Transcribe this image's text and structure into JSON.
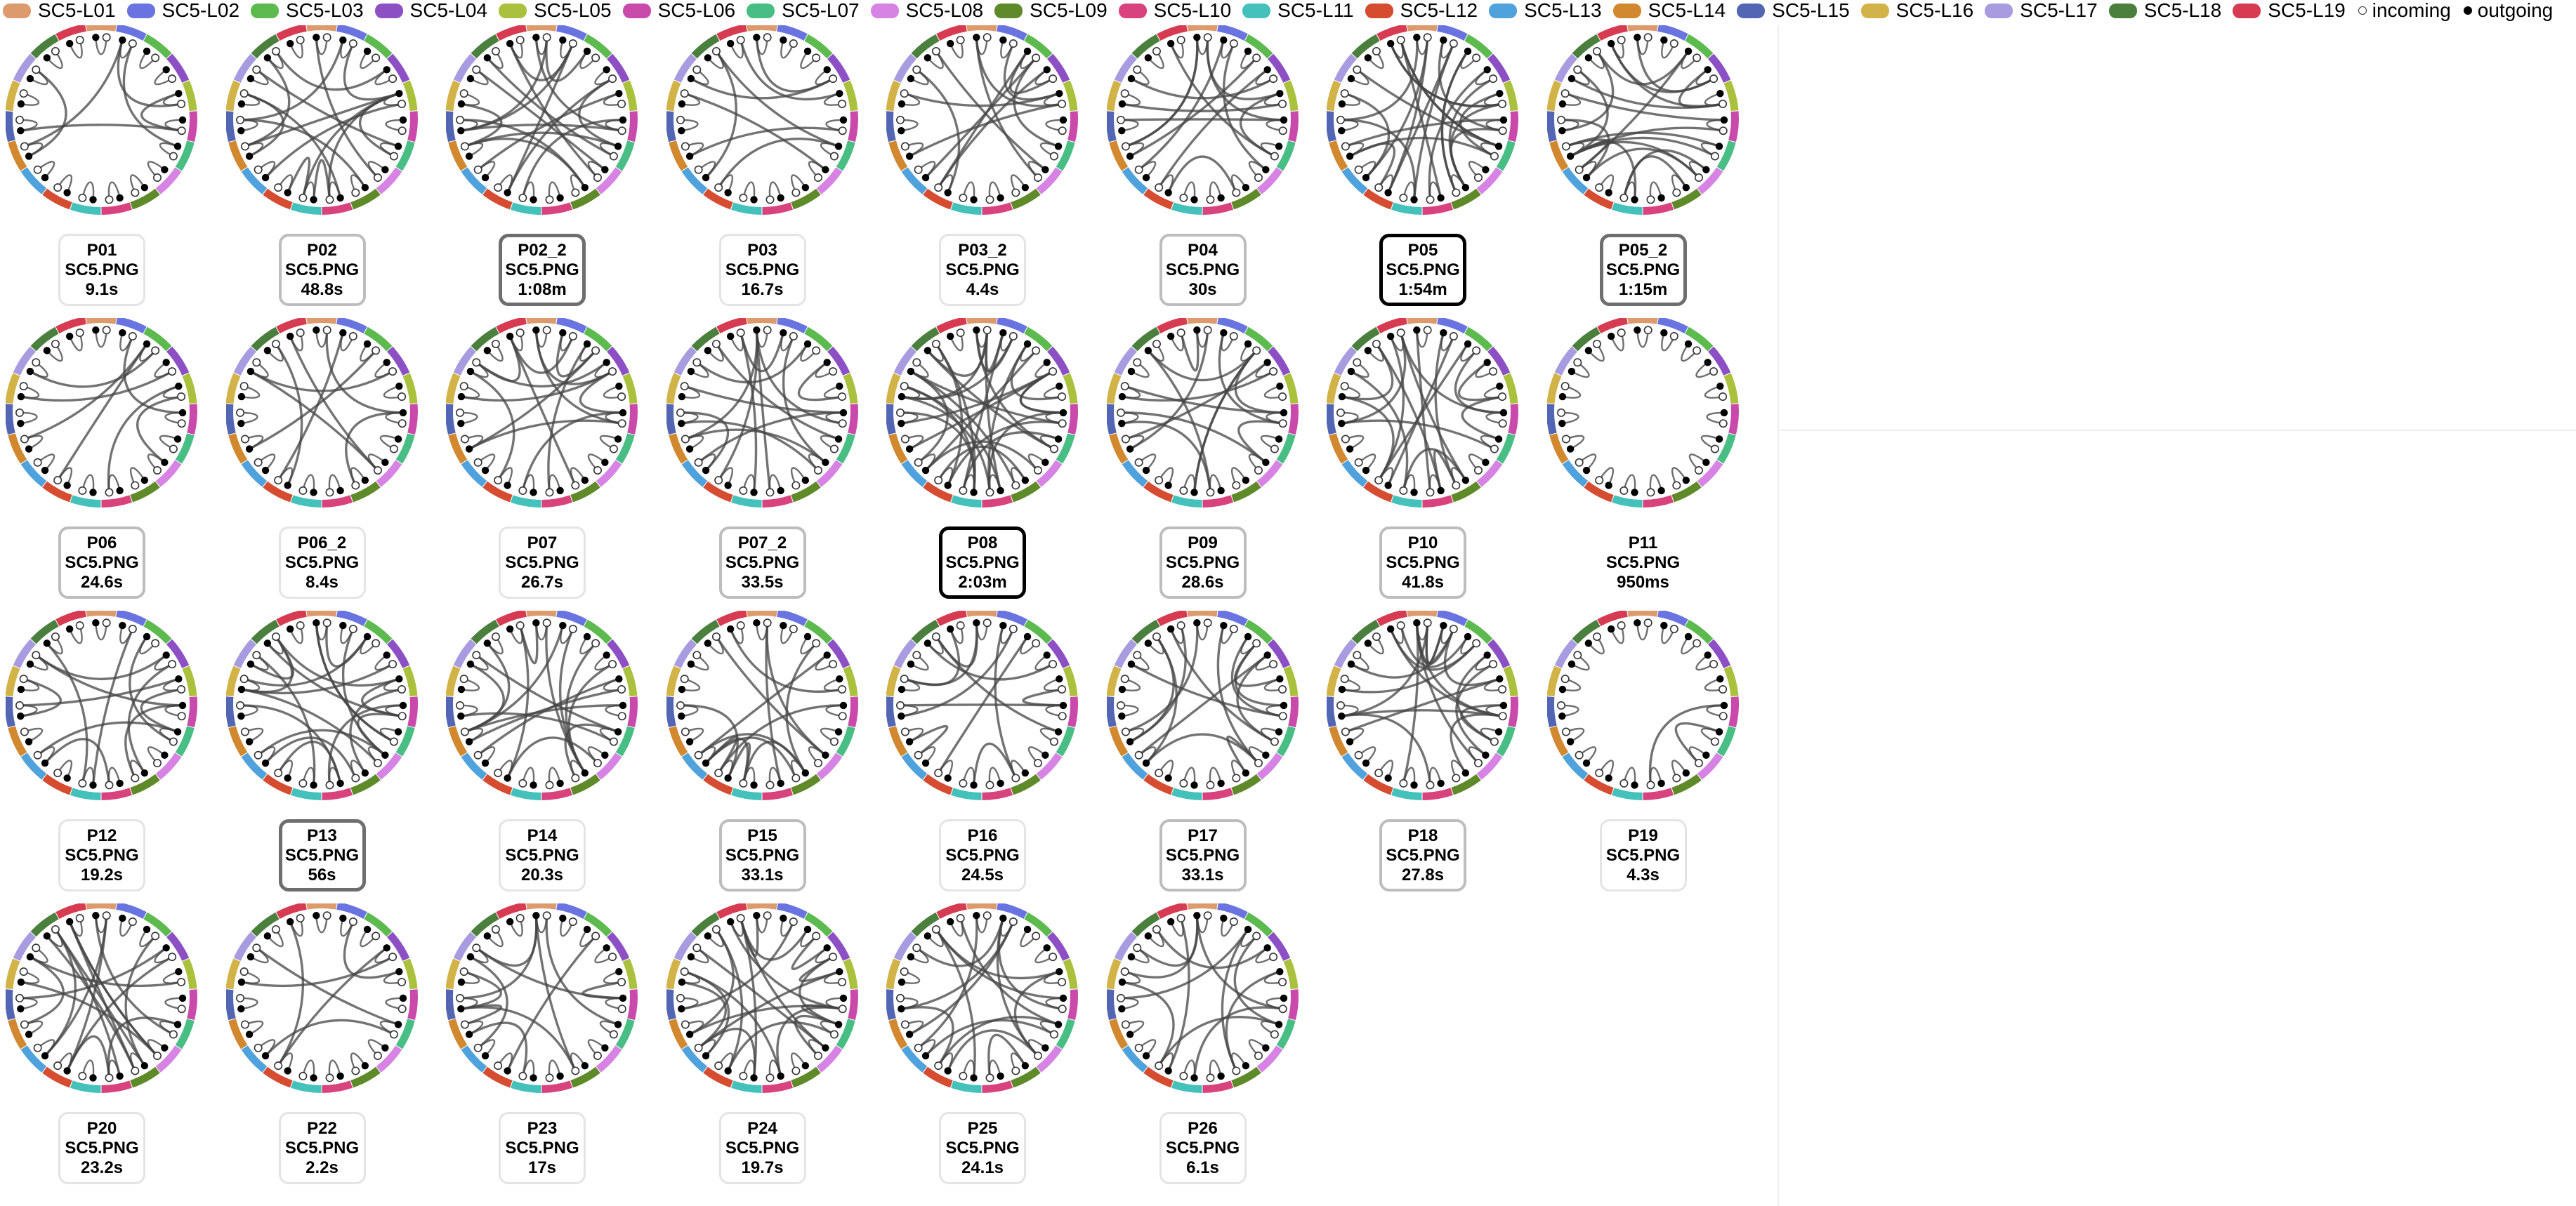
{
  "legend": {
    "levels": [
      {
        "label": "SC5-L01",
        "color": "#dc9a6d"
      },
      {
        "label": "SC5-L02",
        "color": "#6a74e0"
      },
      {
        "label": "SC5-L03",
        "color": "#5dba4f"
      },
      {
        "label": "SC5-L04",
        "color": "#8c4fc4"
      },
      {
        "label": "SC5-L05",
        "color": "#a9c13c"
      },
      {
        "label": "SC5-L06",
        "color": "#c94aaa"
      },
      {
        "label": "SC5-L07",
        "color": "#49be84"
      },
      {
        "label": "SC5-L08",
        "color": "#d683e4"
      },
      {
        "label": "SC5-L09",
        "color": "#5f8a29"
      },
      {
        "label": "SC5-L10",
        "color": "#d8437d"
      },
      {
        "label": "SC5-L11",
        "color": "#45c1bb"
      },
      {
        "label": "SC5-L12",
        "color": "#d54c30"
      },
      {
        "label": "SC5-L13",
        "color": "#4fa2dc"
      },
      {
        "label": "SC5-L14",
        "color": "#d2882f"
      },
      {
        "label": "SC5-L15",
        "color": "#5366b4"
      },
      {
        "label": "SC5-L16",
        "color": "#d2b348"
      },
      {
        "label": "SC5-L17",
        "color": "#a99be0"
      },
      {
        "label": "SC5-L18",
        "color": "#4a7f3d"
      },
      {
        "label": "SC5-L19",
        "color": "#d63b52"
      }
    ],
    "incoming_label": "incoming",
    "outgoing_label": "outgoing"
  },
  "participants": [
    {
      "id": "P01",
      "file": "SC5.PNG",
      "time": "9.1s",
      "border": 1,
      "links": 6,
      "seed": 11
    },
    {
      "id": "P02",
      "file": "SC5.PNG",
      "time": "48.8s",
      "border": 2,
      "links": 16,
      "seed": 23
    },
    {
      "id": "P02_2",
      "file": "SC5.PNG",
      "time": "1:08m",
      "border": 3,
      "links": 18,
      "seed": 37
    },
    {
      "id": "P03",
      "file": "SC5.PNG",
      "time": "16.7s",
      "border": 1,
      "links": 8,
      "seed": 41
    },
    {
      "id": "P03_2",
      "file": "SC5.PNG",
      "time": "4.4s",
      "border": 1,
      "links": 12,
      "seed": 53
    },
    {
      "id": "P04",
      "file": "SC5.PNG",
      "time": "30s",
      "border": 2,
      "links": 14,
      "seed": 67
    },
    {
      "id": "P05",
      "file": "SC5.PNG",
      "time": "1:54m",
      "border": 4,
      "links": 24,
      "seed": 71
    },
    {
      "id": "P05_2",
      "file": "SC5.PNG",
      "time": "1:15m",
      "border": 3,
      "links": 20,
      "seed": 83
    },
    {
      "id": "P06",
      "file": "SC5.PNG",
      "time": "24.6s",
      "border": 2,
      "links": 7,
      "seed": 97
    },
    {
      "id": "P06_2",
      "file": "SC5.PNG",
      "time": "8.4s",
      "border": 1,
      "links": 8,
      "seed": 101
    },
    {
      "id": "P07",
      "file": "SC5.PNG",
      "time": "26.7s",
      "border": 1,
      "links": 14,
      "seed": 113
    },
    {
      "id": "P07_2",
      "file": "SC5.PNG",
      "time": "33.5s",
      "border": 2,
      "links": 15,
      "seed": 127
    },
    {
      "id": "P08",
      "file": "SC5.PNG",
      "time": "2:03m",
      "border": 4,
      "links": 30,
      "seed": 131
    },
    {
      "id": "P09",
      "file": "SC5.PNG",
      "time": "28.6s",
      "border": 2,
      "links": 14,
      "seed": 149
    },
    {
      "id": "P10",
      "file": "SC5.PNG",
      "time": "41.8s",
      "border": 2,
      "links": 18,
      "seed": 151
    },
    {
      "id": "P11",
      "file": "SC5.PNG",
      "time": "950ms",
      "border": 0,
      "links": 0,
      "seed": 163
    },
    {
      "id": "P12",
      "file": "SC5.PNG",
      "time": "19.2s",
      "border": 1,
      "links": 12,
      "seed": 167
    },
    {
      "id": "P13",
      "file": "SC5.PNG",
      "time": "56s",
      "border": 3,
      "links": 20,
      "seed": 179
    },
    {
      "id": "P14",
      "file": "SC5.PNG",
      "time": "20.3s",
      "border": 1,
      "links": 16,
      "seed": 181
    },
    {
      "id": "P15",
      "file": "SC5.PNG",
      "time": "33.1s",
      "border": 2,
      "links": 14,
      "seed": 191
    },
    {
      "id": "P16",
      "file": "SC5.PNG",
      "time": "24.5s",
      "border": 1,
      "links": 12,
      "seed": 193
    },
    {
      "id": "P17",
      "file": "SC5.PNG",
      "time": "33.1s",
      "border": 2,
      "links": 14,
      "seed": 197
    },
    {
      "id": "P18",
      "file": "SC5.PNG",
      "time": "27.8s",
      "border": 2,
      "links": 20,
      "seed": 199
    },
    {
      "id": "P19",
      "file": "SC5.PNG",
      "time": "4.3s",
      "border": 1,
      "links": 2,
      "seed": 211
    },
    {
      "id": "P20",
      "file": "SC5.PNG",
      "time": "23.2s",
      "border": 1,
      "links": 18,
      "seed": 223
    },
    {
      "id": "P22",
      "file": "SC5.PNG",
      "time": "2.2s",
      "border": 1,
      "links": 6,
      "seed": 227
    },
    {
      "id": "P23",
      "file": "SC5.PNG",
      "time": "17s",
      "border": 1,
      "links": 12,
      "seed": 229
    },
    {
      "id": "P24",
      "file": "SC5.PNG",
      "time": "19.7s",
      "border": 1,
      "links": 22,
      "seed": 233
    },
    {
      "id": "P25",
      "file": "SC5.PNG",
      "time": "24.1s",
      "border": 1,
      "links": 16,
      "seed": 239
    },
    {
      "id": "P26",
      "file": "SC5.PNG",
      "time": "6.1s",
      "border": 1,
      "links": 12,
      "seed": 241
    }
  ]
}
